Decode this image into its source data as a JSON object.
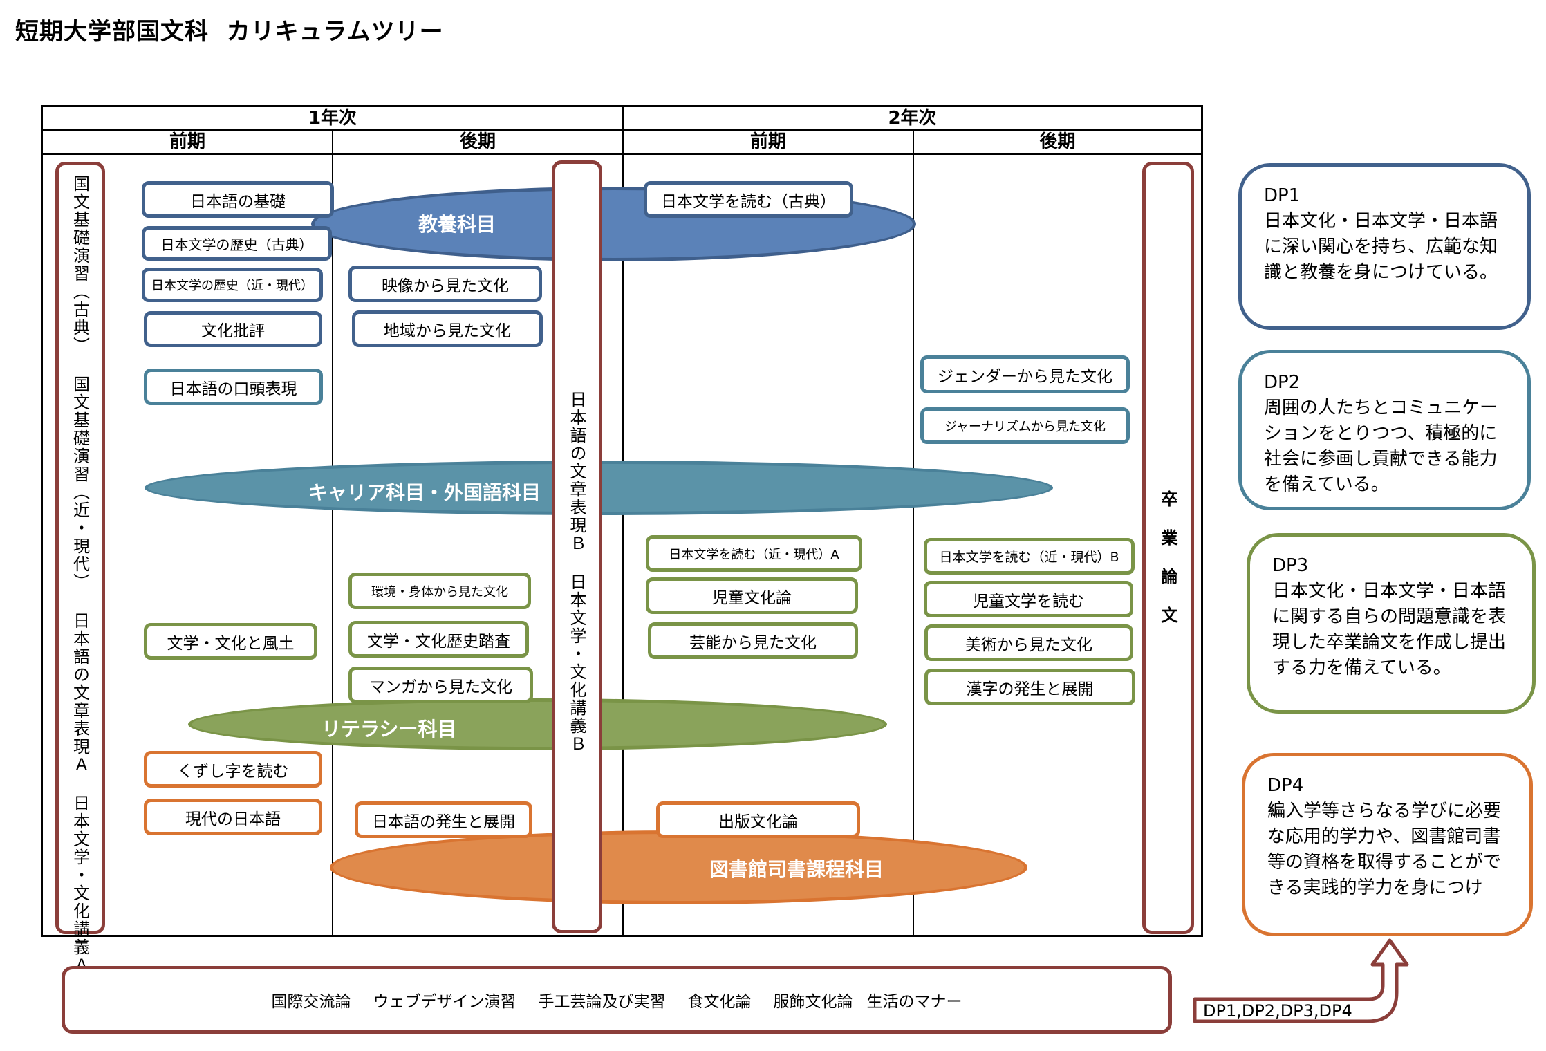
{
  "title": "短期大学部国文科  カリキュラムツリー",
  "header": {
    "years": [
      "1年次",
      "2年次"
    ],
    "terms": [
      "前期",
      "後期",
      "前期",
      "後期"
    ]
  },
  "colors": {
    "kyoyo": "#5b82b8",
    "career": "#5b93a8",
    "literacy": "#8aa35b",
    "library": "#e08a4b",
    "required": "#8b3e3a",
    "dp1": "#41618c",
    "dp2": "#4a8199",
    "dp3": "#7a9447",
    "dp4": "#d97431"
  },
  "categories": {
    "kyoyo": "教養科目",
    "career": "キャリア科目・外国語科目",
    "literacy": "リテラシー科目",
    "library": "図書館司書課程科目"
  },
  "required": {
    "year1": "国文基礎演習（古典） 国文基礎演習（近・現代） 日本語の文章表現Ａ 日本文学・文化講義Ａ",
    "year2_front": "日本語の文章表現Ｂ 日本文学・文化講義Ｂ",
    "thesis": "卒 業 論 文"
  },
  "courses": {
    "y1_front": [
      "日本語の基礎",
      "日本文学の歴史（古典）",
      "日本文学の歴史（近・現代）",
      "文化批評",
      "日本語の口頭表現",
      "文学・文化と風土",
      "くずし字を読む",
      "現代の日本語"
    ],
    "y1_back": [
      "映像から見た文化",
      "地域から見た文化",
      "環境・身体から見た文化",
      "文学・文化歴史踏査",
      "マンガから見た文化",
      "日本語の発生と展開"
    ],
    "y2_front": [
      "日本文学を読む（古典）",
      "日本文学を読む（近・現代）A",
      "児童文化論",
      "芸能から見た文化",
      "出版文化論"
    ],
    "y2_back": [
      "ジェンダーから見た文化",
      "ジャーナリズムから見た文化",
      "日本文学を読む（近・現代）B",
      "児童文学を読む",
      "美術から見た文化",
      "漢字の発生と展開"
    ]
  },
  "electives": [
    "国際交流論",
    "ウェブデザイン演習",
    "手工芸論及び実習",
    "食文化論",
    "服飾文化論",
    "生活のマナー"
  ],
  "arrow_label": "DP1,DP2,DP3,DP4",
  "dp": [
    {
      "title": "DP1",
      "body": "日本文化・日本文学・日本語に深い関心を持ち、広範な知識と教養を身につけている。"
    },
    {
      "title": "DP2",
      "body": "周囲の人たちとコミュニケーションをとりつつ、積極的に社会に参画し貢献できる能力を備えている。"
    },
    {
      "title": "DP3",
      "body": "日本文化・日本文学・日本語に関する自らの問題意識を表現した卒業論文を作成し提出する力を備えている。"
    },
    {
      "title": "DP4",
      "body": "編入学等さらなる学びに必要な応用的学力や、図書館司書等の資格を取得することができる実践的学力を身につけ"
    }
  ]
}
